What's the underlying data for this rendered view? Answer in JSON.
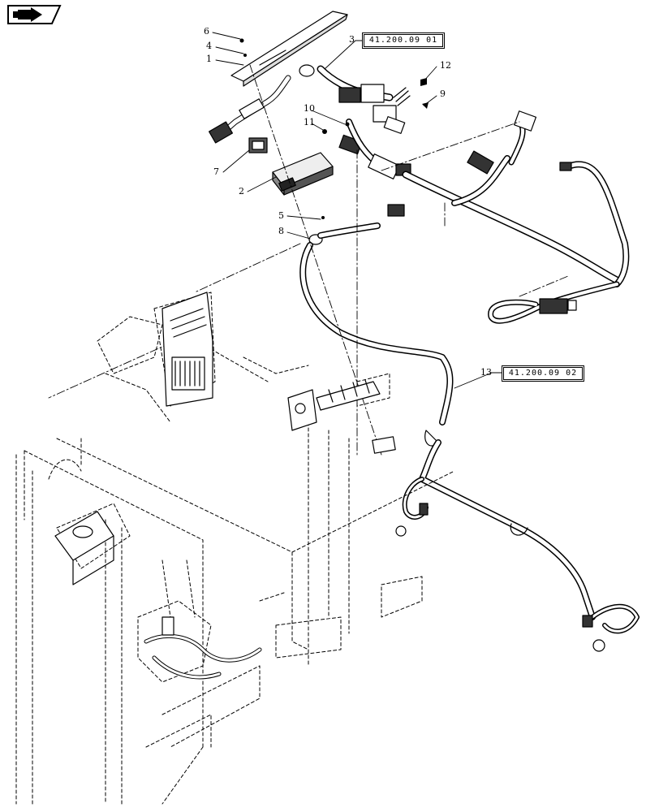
{
  "refs": {
    "ref1": "41.200.09 01",
    "ref2": "41.200.09 02"
  },
  "callouts": {
    "c1": "1",
    "c2": "2",
    "c3": "3",
    "c4": "4",
    "c5": "5",
    "c6": "6",
    "c7": "7",
    "c8": "8",
    "c9": "9",
    "c10": "10",
    "c11": "11",
    "c12": "12",
    "c13": "13"
  },
  "icons": {
    "nav": "previous-page-arrow-icon"
  }
}
